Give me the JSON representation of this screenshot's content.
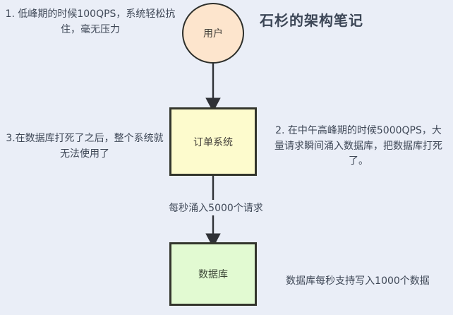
{
  "title": "石杉的架构笔记",
  "background_color": "#eaeef7",
  "nodes": {
    "user": {
      "label": "用户",
      "fill": "#fde5cd",
      "stroke": "#2d2f2b",
      "shape": "circle"
    },
    "order_system": {
      "label": "订单系统",
      "fill": "#fdfbcd",
      "stroke": "#33352c",
      "shape": "rect"
    },
    "database": {
      "label": "数据库",
      "fill": "#e2fad2",
      "stroke": "#33352c",
      "shape": "rect"
    }
  },
  "edges": {
    "user_to_order": {
      "label": ""
    },
    "order_to_db": {
      "label": "每秒涌入5000个请求"
    }
  },
  "annotations": {
    "note_1": "1. 低峰期的时候100QPS，系统轻松抗住，毫无压力",
    "note_2": "2. 在中午高峰期的时候5000QPS，大量请求瞬间涌入数据库，把数据库打死了。",
    "note_3": "3.在数据库打死了之后，整个系统就无法使用了",
    "note_4": "数据库每秒支持写入1000个数据"
  }
}
